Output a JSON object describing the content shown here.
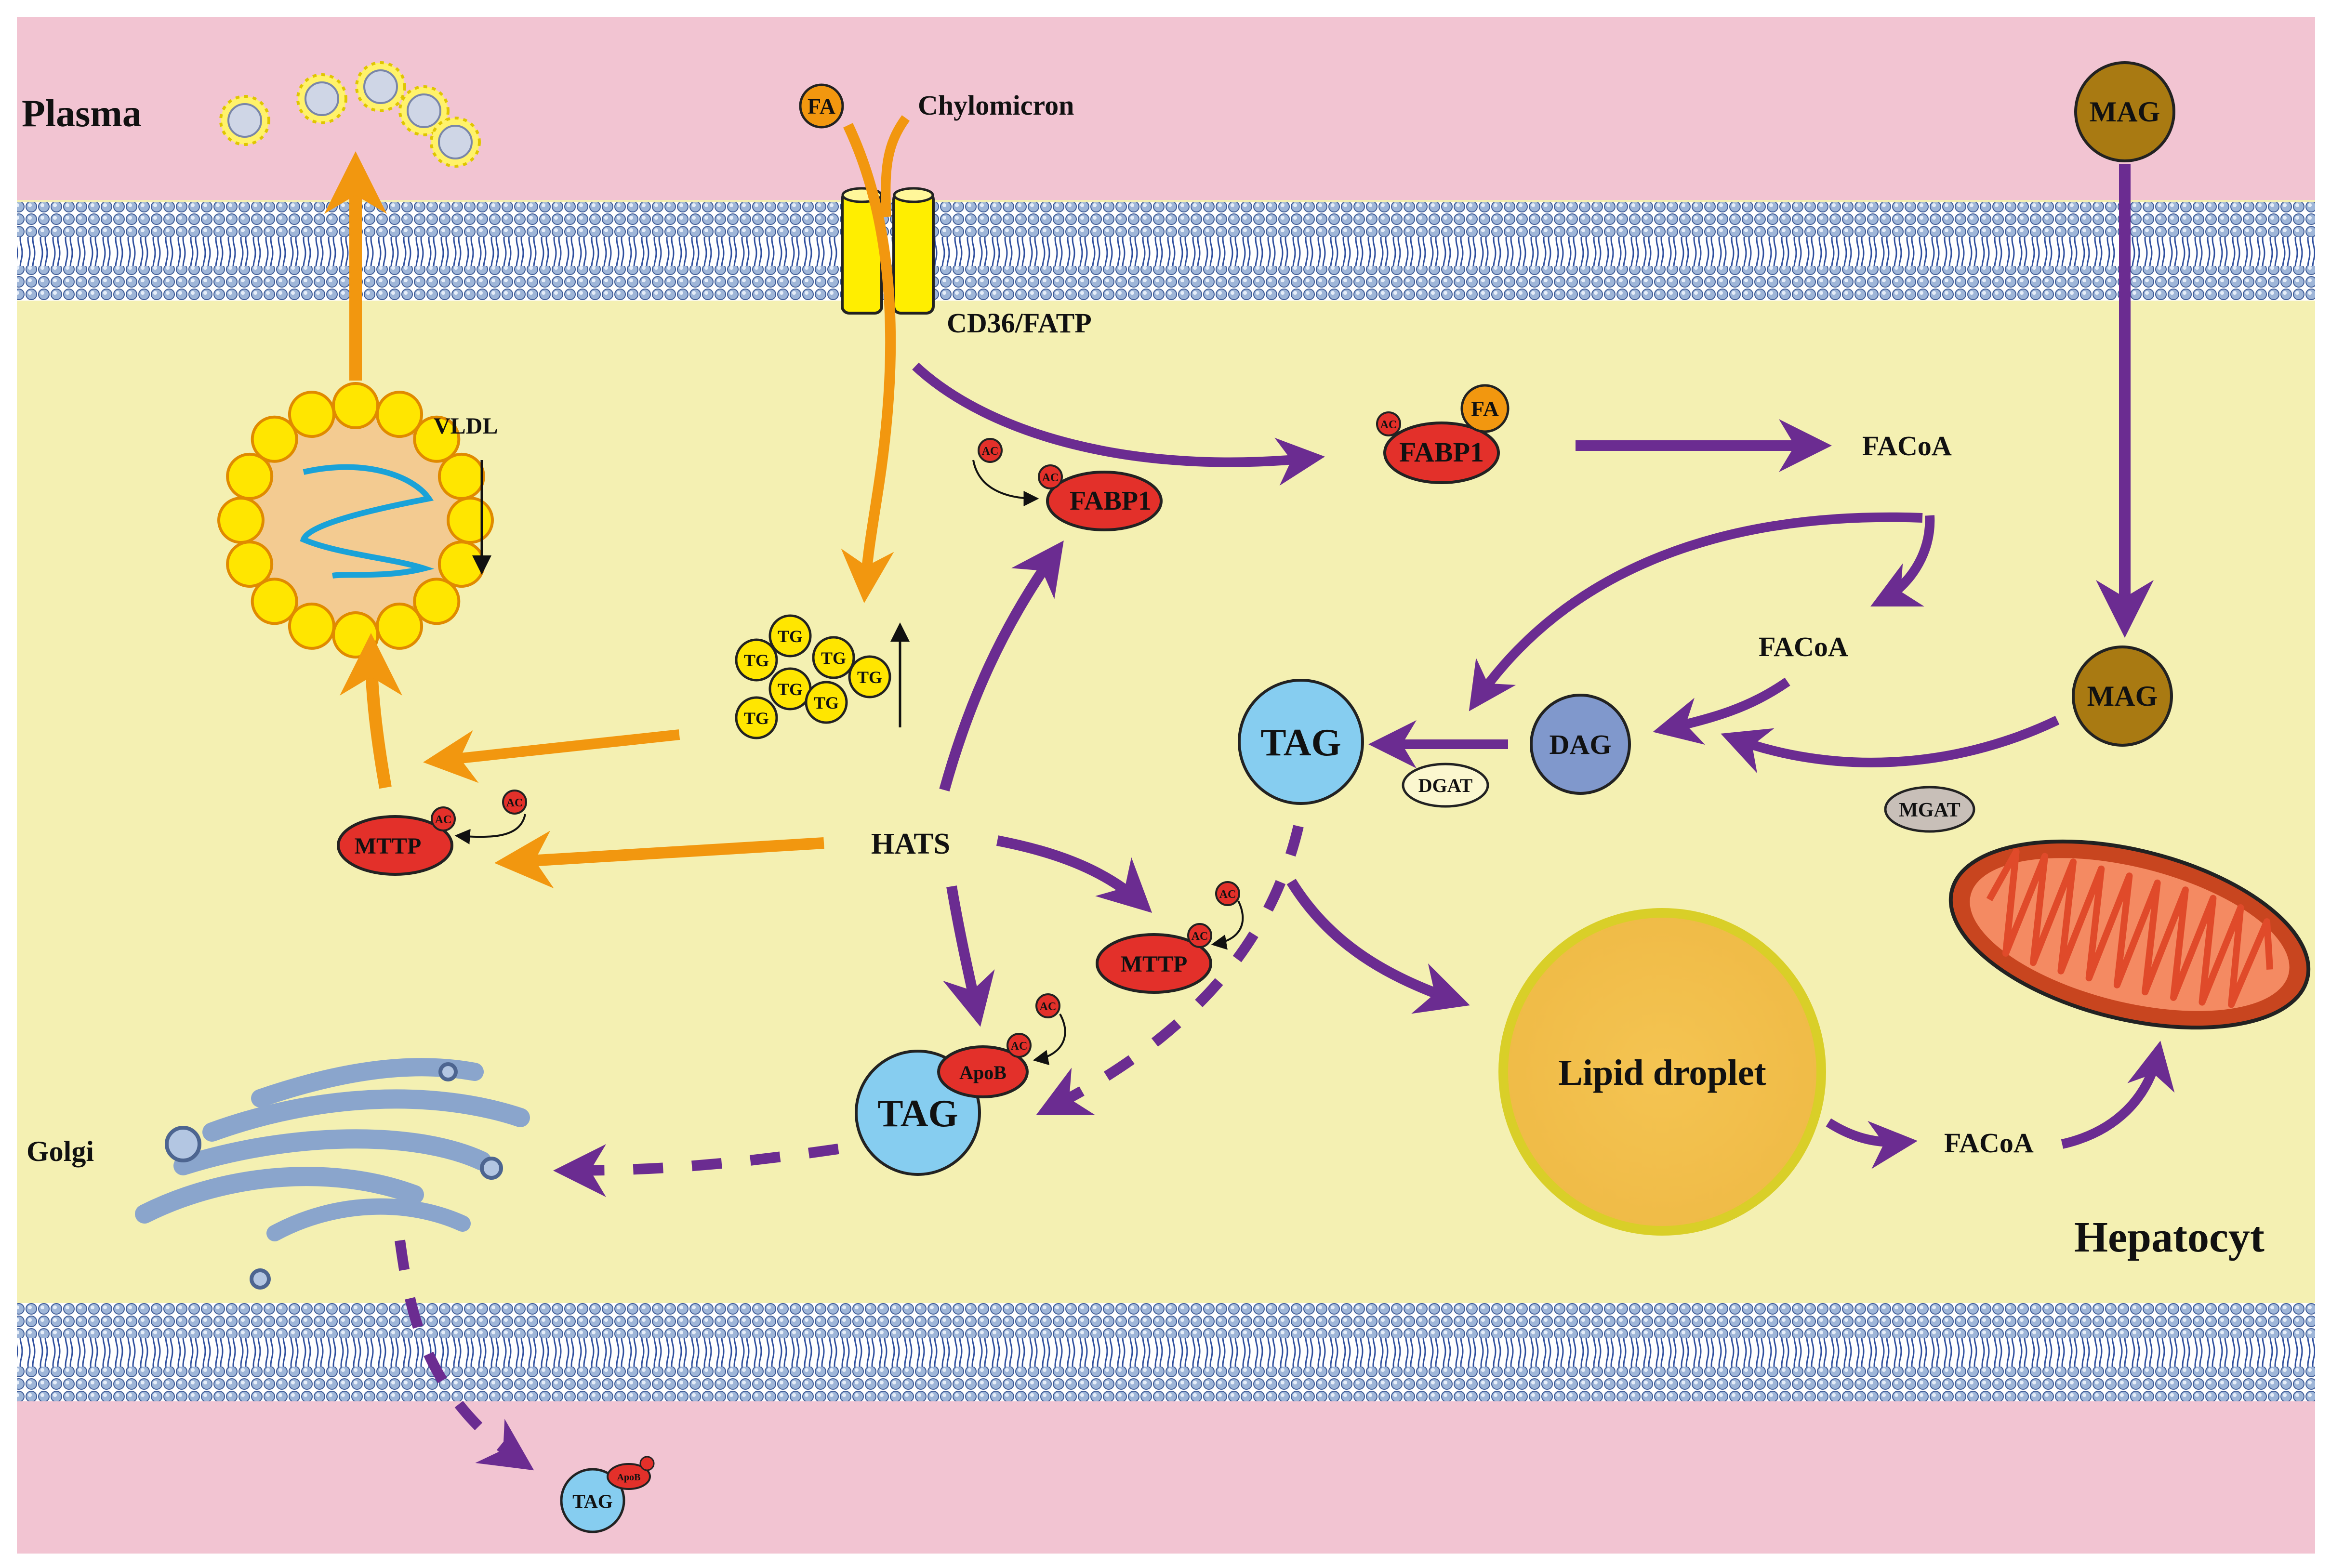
{
  "regions": {
    "plasma_label": "Plasma",
    "hepatocyte_label": "Hepatocyt",
    "golgi_label": "Golgi"
  },
  "transport": {
    "fa": "FA",
    "chylomicron": "Chylomicron",
    "cd36_fatp": "CD36/FATP"
  },
  "lipoprotein": {
    "vldl": "VLDL"
  },
  "molecules": {
    "fabp1_bound": "FABP1",
    "fabp1_fa": "FA",
    "fabp1_acetylated": "FABP1",
    "facoa_top": "FACoA",
    "facoa_middle": "FACoA",
    "facoa_mito": "FACoA",
    "mag_top": "MAG",
    "mag_lower": "MAG",
    "dag": "DAG",
    "tag_main": "TAG",
    "tag_apob": "TAG",
    "tag_secreted": "TAG",
    "apob": "ApoB",
    "apob_small": "ApoB",
    "mttp_left": "MTTP",
    "mttp_center": "MTTP",
    "hats": "HATS",
    "lipid_droplet": "Lipid droplet",
    "tg": "TG",
    "ac": "AC"
  },
  "enzymes": {
    "dgat": "DGAT",
    "mgat": "MGAT"
  },
  "colors": {
    "plasma": "#f2c4d2",
    "cytoplasm": "#f4f0b2",
    "membrane": "#2f4f9e",
    "membrane_bead": "#9fb6d8",
    "orange_arrow": "#f2970f",
    "purple_arrow": "#6b2c91",
    "red_protein": "#e3302a",
    "yellow_particle": "#ffe600",
    "blue_tag": "#86cdf0",
    "mag_brown": "#a97a12",
    "dag_blue": "#8098cc",
    "lipid_droplet": "#f2c24e",
    "mitochondria": "#e55a3a"
  }
}
